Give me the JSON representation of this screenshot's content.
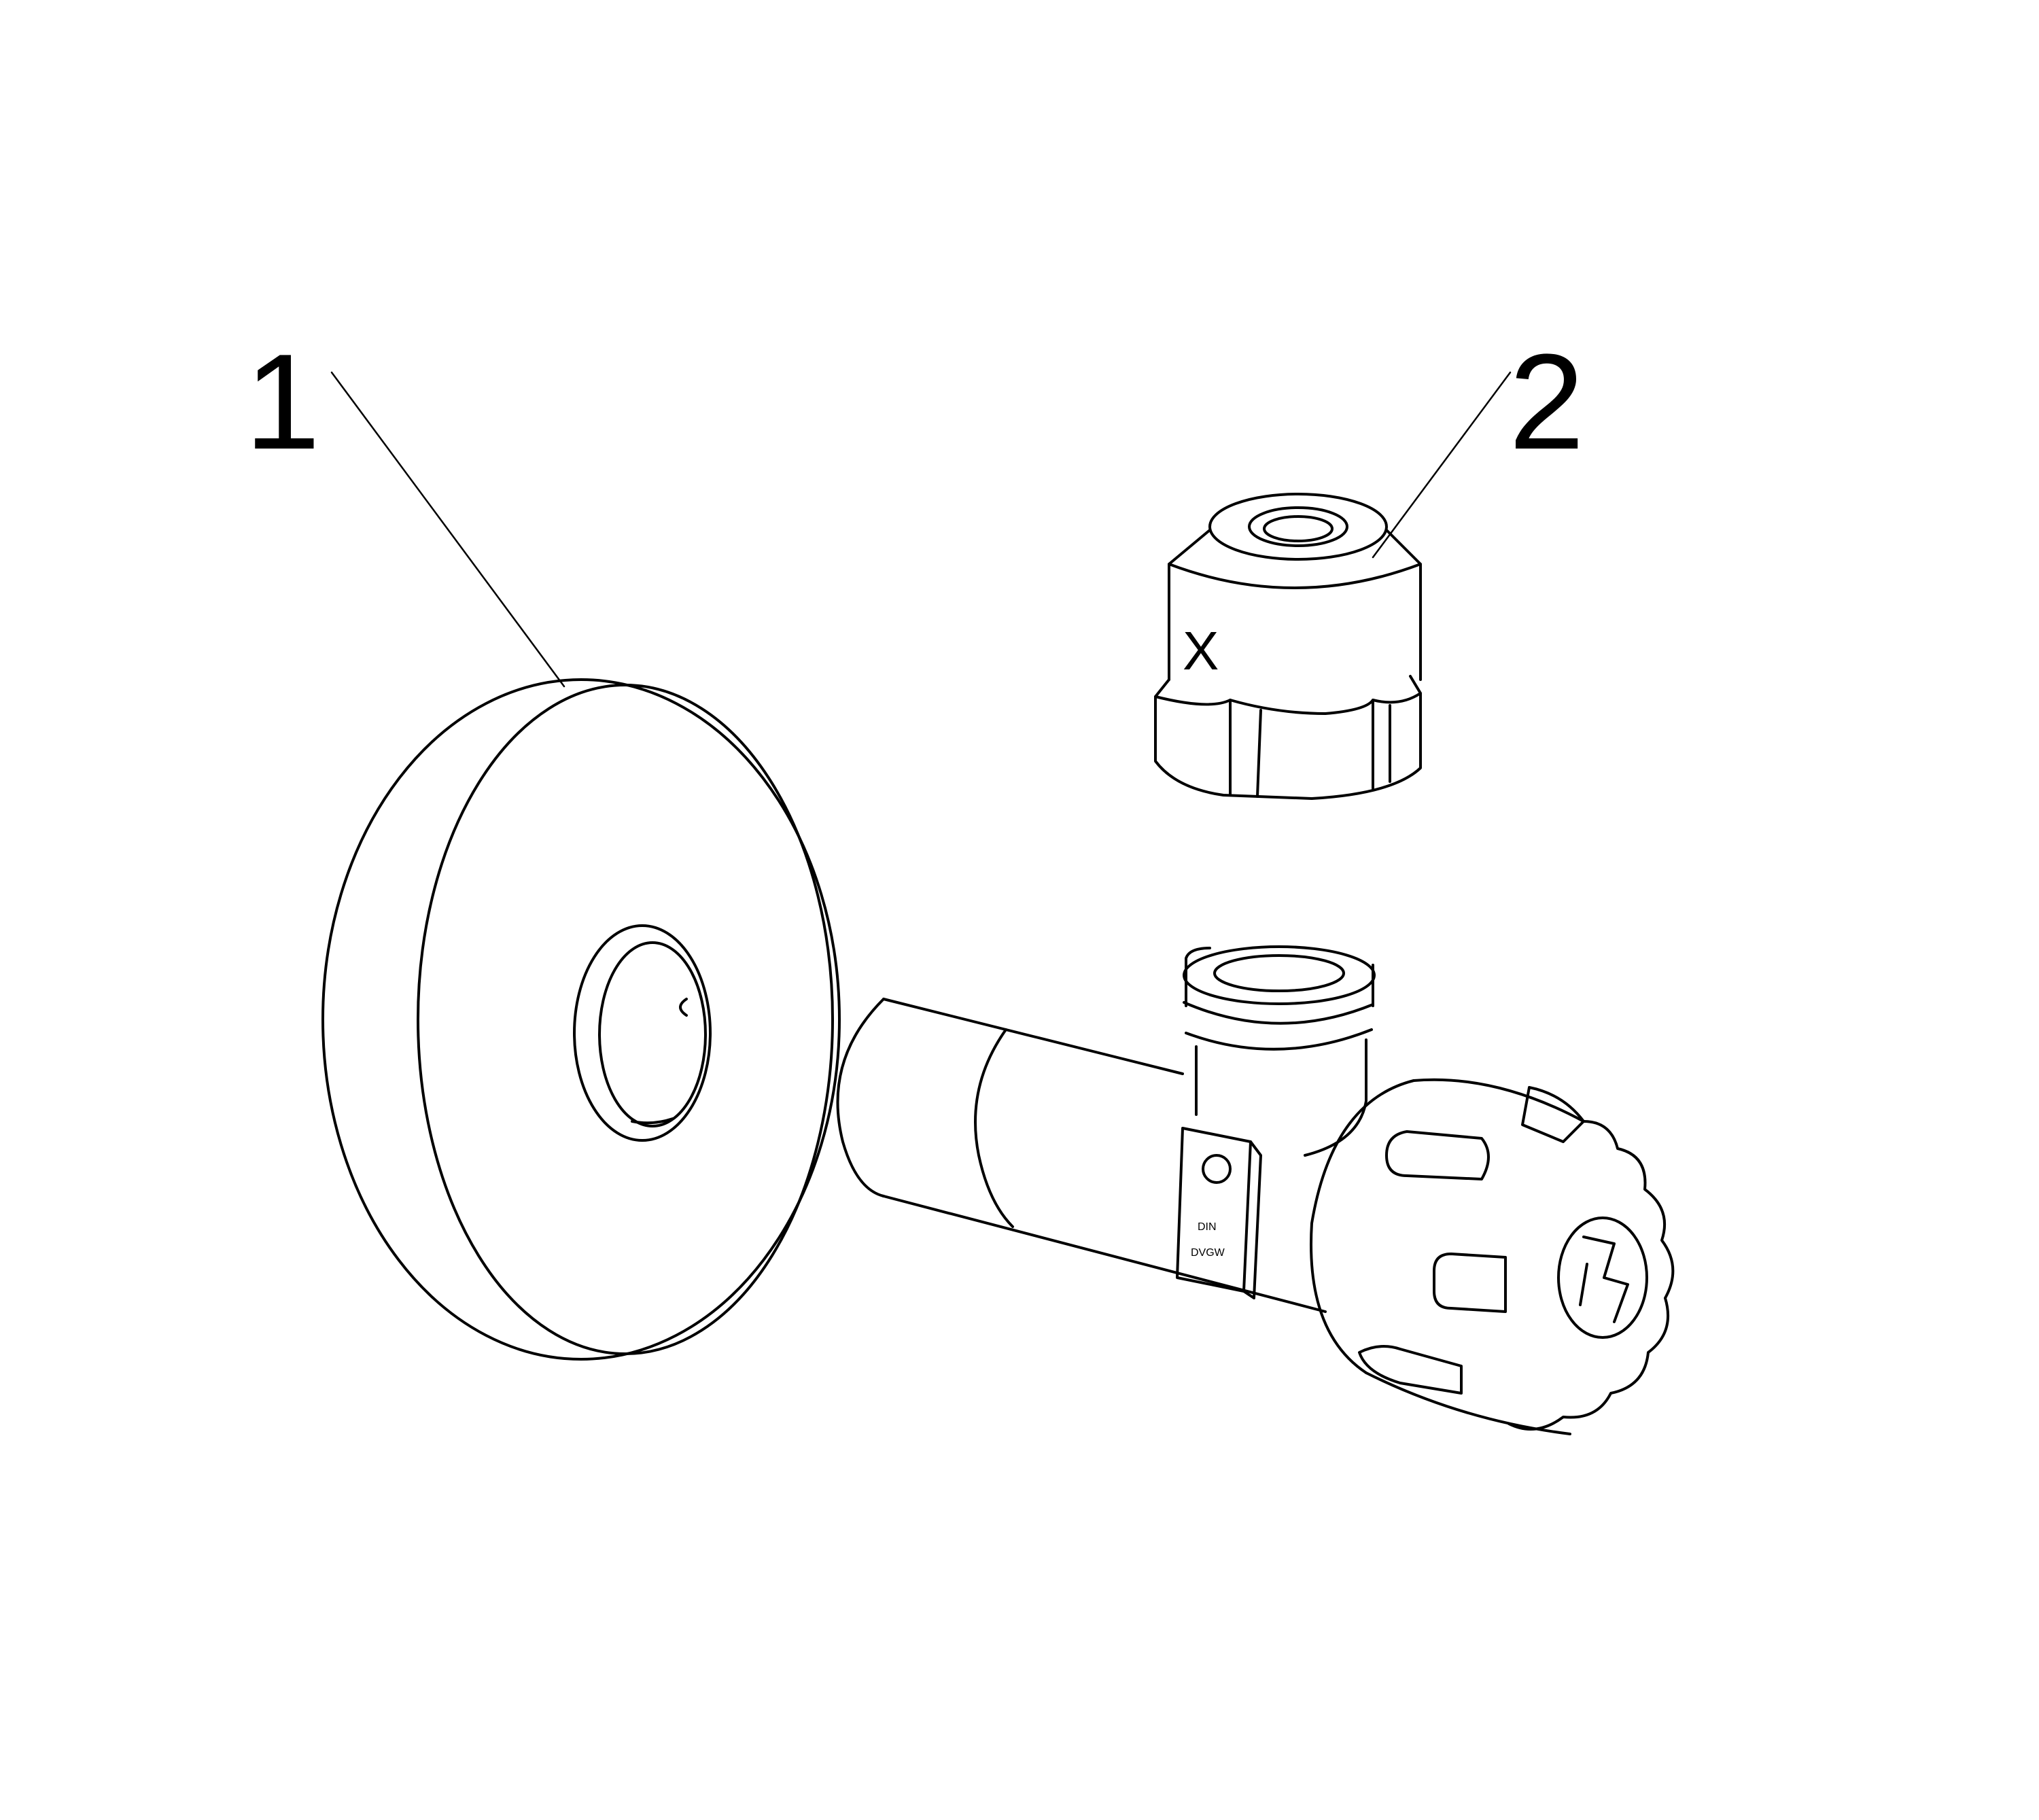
{
  "callouts": {
    "item1": "1",
    "item2": "2"
  },
  "markings": {
    "nut_mark": "X",
    "body_mark_top": "DIN",
    "body_mark_bottom": "DVGW"
  },
  "colors": {
    "line": "#000000",
    "background": "#ffffff"
  }
}
